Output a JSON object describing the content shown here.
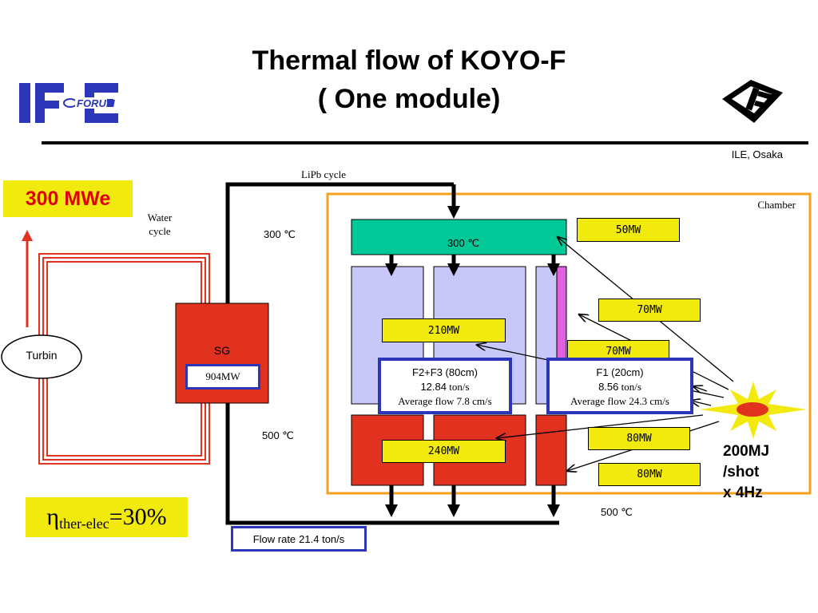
{
  "title_line1": "Thermal flow of KOYO-F",
  "title_line2": "( One module)",
  "left_logo_text": "IFE",
  "left_logo_subtext": "FORUM",
  "affiliation": "ILE, Osaka",
  "output_power": "300 MWe",
  "water_cycle_label": "Water cycle",
  "lipb_cycle_label": "LiPb cycle",
  "chamber_label": "Chamber",
  "turbin_label": "Turbin",
  "sg_label": "SG",
  "sg_power": "904MW",
  "temp_300_left": "300 ℃",
  "temp_300_header": "300 ℃",
  "temp_500_left": "500 ℃",
  "temp_500_bottom": "500 ℃",
  "powers": {
    "p50": "50MW",
    "p70a": "70MW",
    "p70b": "70MW",
    "p210": "210MW",
    "p240": "240MW",
    "p80a": "80MW",
    "p80b": "80MW"
  },
  "f23_box": {
    "header": "F2+F3 (80cm)",
    "speed_value": "12.84",
    "speed_unit": "ton/s",
    "flow": "Average flow 7.8 cm/s"
  },
  "f1_box": {
    "header": "F1 (20cm)",
    "speed_value": "8.56",
    "speed_unit": "ton/s",
    "flow": "Average flow 24.3 cm/s"
  },
  "flow_rate": {
    "label": "Flow rate",
    "value": "21.4 ton/s"
  },
  "source": {
    "line1": "200MJ",
    "line2": "/shot",
    "line3": "x 4Hz"
  },
  "efficiency": {
    "eta": "η",
    "subscript": "ther-elec",
    "value": "=30%"
  },
  "colors": {
    "green": "#00c896",
    "lavender": "#c8c8f8",
    "red": "#e0321e",
    "yellow": "#f2ea0e",
    "orange": "#f4a020",
    "blue": "#2b36b8",
    "magenta": "#e060e0"
  }
}
